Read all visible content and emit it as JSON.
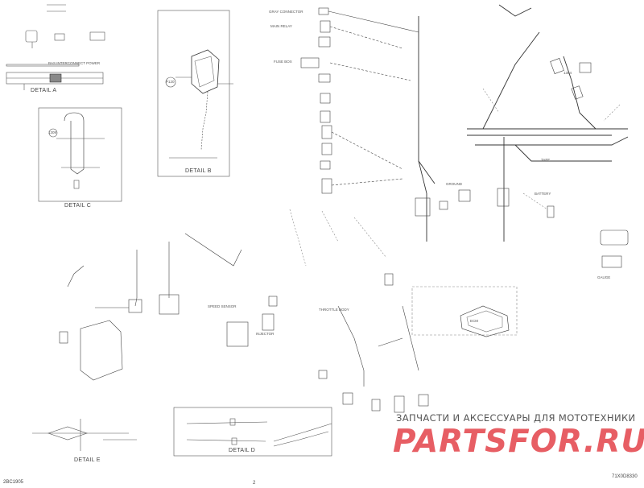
{
  "details": {
    "a": "DETAIL A",
    "b": "DETAIL B",
    "c": "DETAIL C",
    "d": "DETAIL D",
    "e": "DETAIL E"
  },
  "labels": {
    "harness_a": "BAS INTERCONNECT POWER",
    "connector_p120": "P120",
    "connector_1304": "1304",
    "connector_1309": "1309",
    "tape": "TAPE"
  },
  "callouts": [
    "GRAY CONNECTOR",
    "MAIN RELAY",
    "FUSE BOX",
    "ECM",
    "BATTERY",
    "GROUND",
    "SPEED SENSOR",
    "INJECTOR",
    "THROTTLE BODY",
    "GAUGE"
  ],
  "watermark": {
    "line1": "ЗАПЧАСТИ И АКСЕССУАРЫ ДЛЯ МОТОТЕХНИКИ",
    "line2": "PARTSFOR.RU"
  },
  "footer": {
    "left_code": "2BC1905",
    "right_code": "71X0D8330",
    "page": "2"
  }
}
